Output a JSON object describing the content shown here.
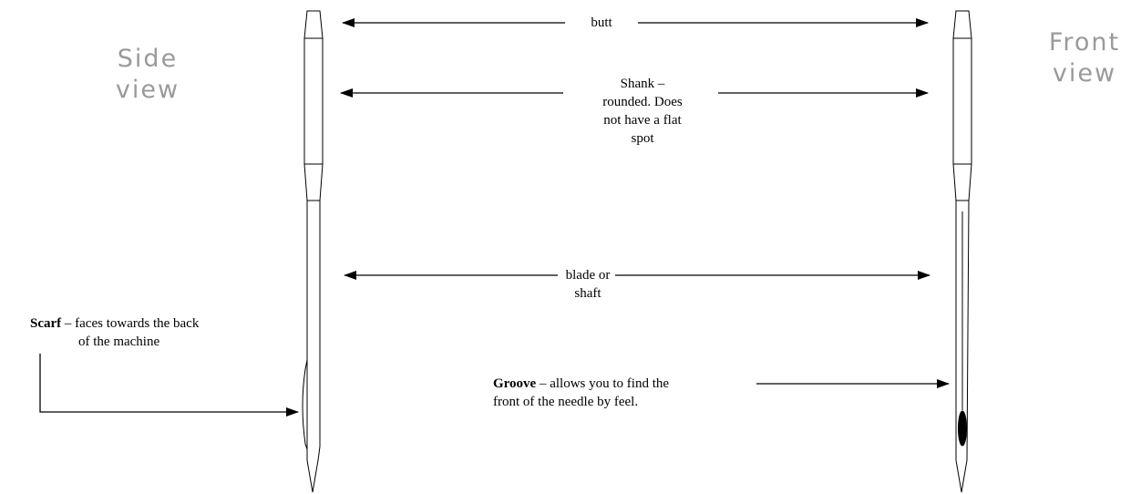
{
  "views": {
    "side": {
      "line1": "Side",
      "line2": "view"
    },
    "front": {
      "line1": "Front",
      "line2": "view"
    }
  },
  "labels": {
    "butt": "butt",
    "shank": {
      "line1": "Shank –",
      "line2": "rounded.  Does",
      "line3": "not have a flat",
      "line4": "spot"
    },
    "blade": {
      "line1": "blade or",
      "line2": "shaft"
    },
    "scarf": {
      "term": "Scarf",
      "line1_rest": " – faces towards the back",
      "line2": "of the machine"
    },
    "groove": {
      "term": "Groove",
      "line1_rest": " – allows you to find the",
      "line2": "front of the needle by feel."
    }
  },
  "colors": {
    "line": "#000000",
    "title_gray": "#9a9a9a",
    "needle_fill": "#ffffff",
    "eye_fill": "#000000"
  }
}
